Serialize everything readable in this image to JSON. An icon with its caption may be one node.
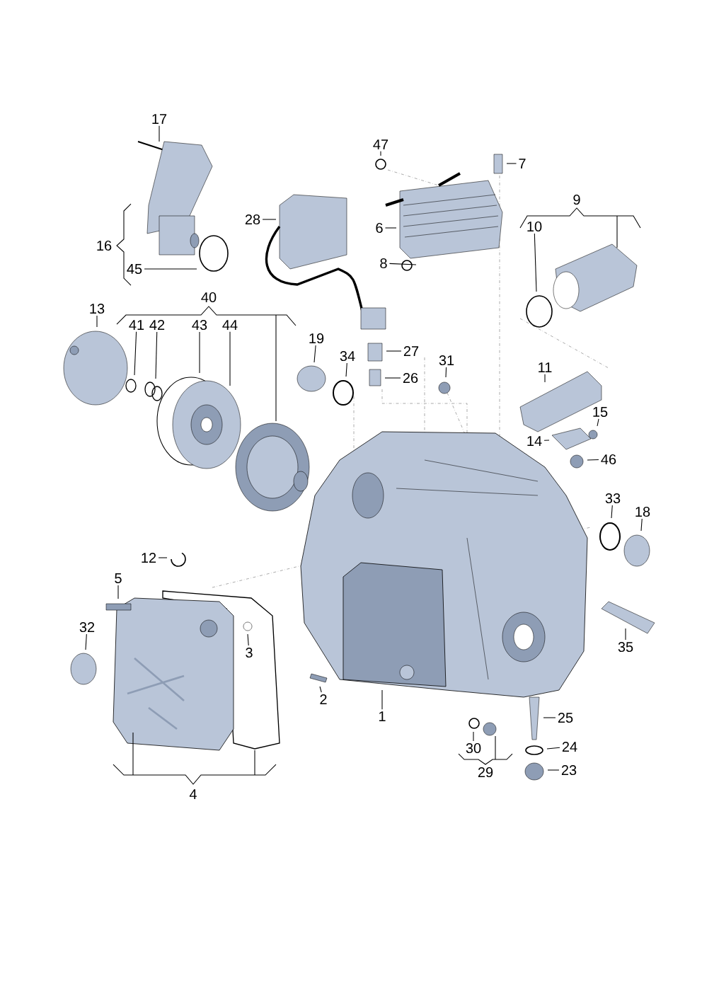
{
  "diagram": {
    "nodes": [
      {
        "text": [
          "17"
        ]
      },
      {
        "text": [
          "47"
        ]
      },
      {
        "text": [
          "7"
        ]
      },
      {
        "text": [
          "28"
        ]
      },
      {
        "text": [
          "6"
        ]
      },
      {
        "text": [
          "45"
        ]
      },
      {
        "text": [
          "8"
        ]
      },
      {
        "text": [
          "10"
        ]
      },
      {
        "text": [
          "13"
        ]
      },
      {
        "text": [
          "41"
        ]
      },
      {
        "text": [
          "42"
        ]
      },
      {
        "text": [
          "43"
        ]
      },
      {
        "text": [
          "44"
        ]
      },
      {
        "text": [
          "19"
        ]
      },
      {
        "text": [
          "27"
        ]
      },
      {
        "text": [
          "34"
        ]
      },
      {
        "text": [
          "31"
        ]
      },
      {
        "text": [
          "11"
        ]
      },
      {
        "text": [
          "26"
        ]
      },
      {
        "text": [
          "15"
        ]
      },
      {
        "text": [
          "14"
        ]
      },
      {
        "text": [
          "46"
        ]
      },
      {
        "text": [
          "33"
        ]
      },
      {
        "text": [
          "18"
        ]
      },
      {
        "text": [
          "12"
        ]
      },
      {
        "text": [
          "5"
        ]
      },
      {
        "text": [
          "32"
        ]
      },
      {
        "text": [
          "3"
        ]
      },
      {
        "text": [
          "35"
        ]
      },
      {
        "text": [
          "2"
        ]
      },
      {
        "text": [
          "1"
        ]
      },
      {
        "text": [
          "25"
        ]
      },
      {
        "text": [
          "24"
        ]
      },
      {
        "text": [
          "30"
        ]
      },
      {
        "text": [
          "23"
        ]
      }
    ],
    "edges": [
      {
        "from": 0,
        "to": null,
        "arrow": "none"
      },
      {
        "from": 1,
        "to": null,
        "arrow": "none"
      },
      {
        "from": 2,
        "to": null,
        "arrow": "none"
      },
      {
        "from": 3,
        "to": null,
        "arrow": "none"
      },
      {
        "from": 4,
        "to": null,
        "arrow": "none"
      },
      {
        "from": 5,
        "to": null,
        "arrow": "none"
      },
      {
        "from": 6,
        "to": null,
        "arrow": "none"
      },
      {
        "from": 7,
        "to": null,
        "arrow": "none"
      },
      {
        "from": 8,
        "to": null,
        "arrow": "none"
      },
      {
        "from": 9,
        "to": null,
        "arrow": "none"
      },
      {
        "from": 10,
        "to": null,
        "arrow": "none"
      },
      {
        "from": 11,
        "to": null,
        "arrow": "none"
      },
      {
        "from": 12,
        "to": null,
        "arrow": "none"
      },
      {
        "from": 13,
        "to": null,
        "arrow": "none"
      },
      {
        "from": 14,
        "to": null,
        "arrow": "none"
      },
      {
        "from": 15,
        "to": null,
        "arrow": "none"
      },
      {
        "from": 16,
        "to": null,
        "arrow": "none"
      },
      {
        "from": 17,
        "to": null,
        "arrow": "none"
      },
      {
        "from": 18,
        "to": null,
        "arrow": "none"
      },
      {
        "from": 19,
        "to": null,
        "arrow": "none"
      },
      {
        "from": 20,
        "to": null,
        "arrow": "none"
      },
      {
        "from": 21,
        "to": null,
        "arrow": "none"
      },
      {
        "from": 22,
        "to": null,
        "arrow": "none"
      },
      {
        "from": 23,
        "to": null,
        "arrow": "none"
      },
      {
        "from": 24,
        "to": null,
        "arrow": "none"
      },
      {
        "from": 25,
        "to": null,
        "arrow": "none"
      },
      {
        "from": 26,
        "to": null,
        "arrow": "none"
      },
      {
        "from": 27,
        "to": null,
        "arrow": "none"
      },
      {
        "from": 28,
        "to": null,
        "arrow": "none"
      },
      {
        "from": 29,
        "to": null,
        "arrow": "none"
      },
      {
        "from": 30,
        "to": null,
        "arrow": "none"
      },
      {
        "from": 31,
        "to": null,
        "arrow": "none"
      },
      {
        "from": 32,
        "to": null,
        "arrow": "none"
      },
      {
        "from": 33,
        "to": null,
        "arrow": "none"
      },
      {
        "from": 34,
        "to": null,
        "arrow": "none"
      }
    ],
    "labels": [
      "9",
      "16",
      "40",
      "29",
      "4"
    ]
  }
}
